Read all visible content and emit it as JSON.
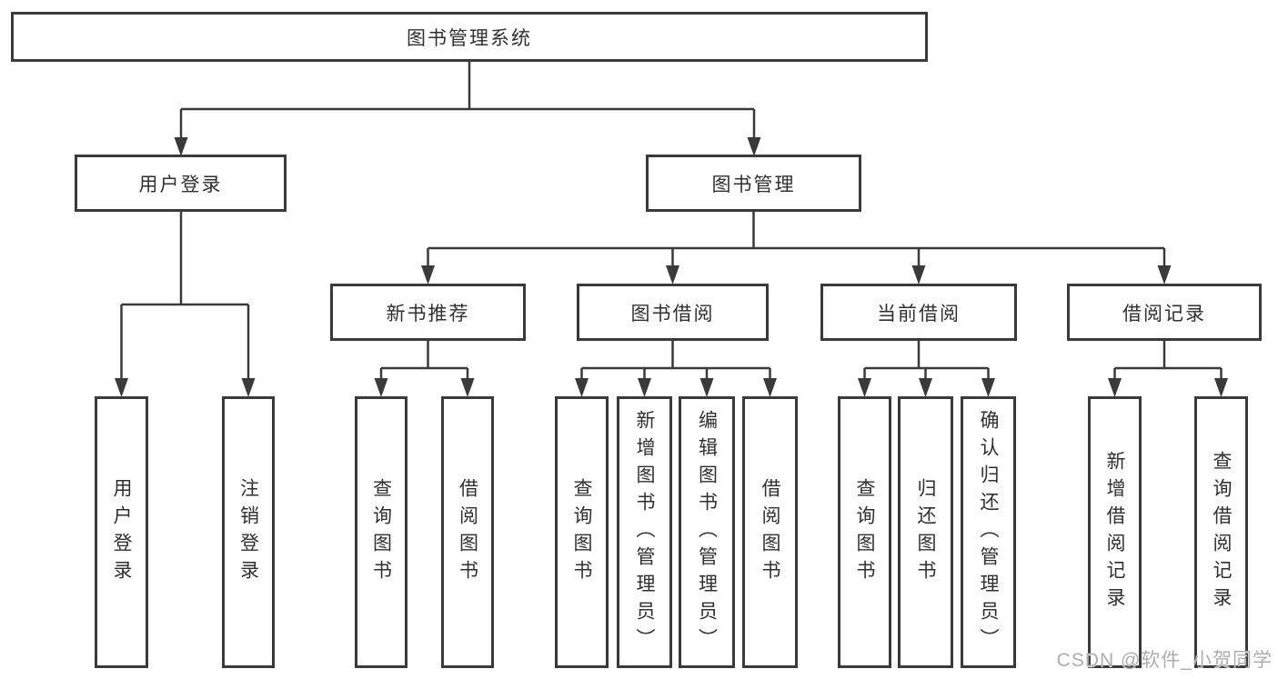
{
  "tree": {
    "label": "图书管理系统",
    "children": [
      {
        "label": "用户登录",
        "children": [
          {
            "label": "用户登录"
          },
          {
            "label": "注销登录"
          }
        ]
      },
      {
        "label": "图书管理",
        "children": [
          {
            "label": "新书推荐",
            "children": [
              {
                "label": "查询图书"
              },
              {
                "label": "借阅图书"
              }
            ]
          },
          {
            "label": "图书借阅",
            "children": [
              {
                "label": "查询图书"
              },
              {
                "label": "新增图书（管理员）"
              },
              {
                "label": "编辑图书（管理员）"
              },
              {
                "label": "借阅图书"
              }
            ]
          },
          {
            "label": "当前借阅",
            "children": [
              {
                "label": "查询图书"
              },
              {
                "label": "归还图书"
              },
              {
                "label": "确认归还（管理员）"
              }
            ]
          },
          {
            "label": "借阅记录",
            "children": [
              {
                "label": "新增借阅记录"
              },
              {
                "label": "查询借阅记录"
              }
            ]
          }
        ]
      }
    ]
  },
  "watermark": {
    "text": "CSDN @软件_小贺同学"
  },
  "colors": {
    "line": "#3a3a3a",
    "box_border": "#3a3a3a",
    "text": "#303030",
    "background": "#ffffff",
    "watermark_text": "#adadad"
  }
}
